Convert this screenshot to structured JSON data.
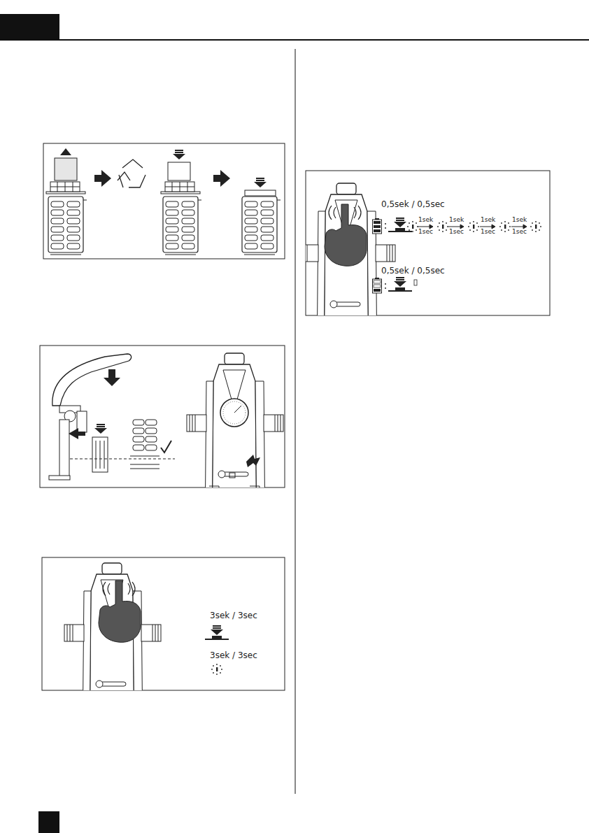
{
  "diagram": {
    "labels": [
      "0,5sek / 0,5sec",
      "1sek",
      "1sec",
      "1sek",
      "1sec",
      "1sek",
      "1sec",
      "1sek",
      "1sec",
      "0,5sek / 0,5sec",
      "3sek / 3sec",
      "3sek / 3sec"
    ]
  }
}
